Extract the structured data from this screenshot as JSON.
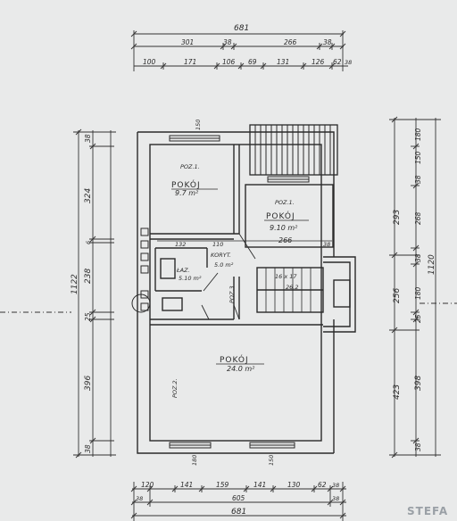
{
  "dims_top": {
    "overall": "681",
    "row1": [
      "301",
      "38",
      "266",
      "38"
    ],
    "row2": [
      "100",
      "171",
      "106",
      "69",
      "131",
      "126",
      "62",
      "38"
    ]
  },
  "dims_bottom": {
    "row1": [
      "120",
      "141",
      "159",
      "141",
      "130",
      "62",
      "38"
    ],
    "mid": "605",
    "overall": "681",
    "left_small": "38",
    "right_small": "38"
  },
  "dims_left": {
    "overall": "1122",
    "segments": [
      "38",
      "324",
      "6",
      "238",
      "25",
      "396",
      "38"
    ]
  },
  "dims_right": {
    "overall": "1120",
    "outer": [
      "293",
      "256",
      "423"
    ],
    "inner": [
      "150",
      "38",
      "268",
      "38",
      "180",
      "25",
      "398",
      "38"
    ],
    "top_small": "180"
  },
  "rooms": {
    "r1": {
      "poz": "POZ.1.",
      "name": "POKÓJ",
      "area": "9.7 m²"
    },
    "r2": {
      "poz": "POZ.1.",
      "name": "POKÓJ",
      "area": "9.10 m²",
      "width": "266"
    },
    "r3": {
      "poz": "POZ.2.",
      "name": "POKÓJ",
      "area": "24.0 m²"
    },
    "korytarz": {
      "label": "KORYT.",
      "area": "5.0 m²",
      "dim1": "132",
      "dim2": "110"
    },
    "lazienka": {
      "label": "ŁAZ.",
      "area": "5.10 m²"
    },
    "stairs": {
      "label": "16 x 17",
      "sub": "26.2"
    }
  },
  "misc": {
    "window_dim_top": "150",
    "window_dim_bottom_1": "180",
    "window_dim_bottom_2": "150",
    "corridor_38": "38",
    "poz_label": "POZ.3"
  },
  "watermark": "STEFA"
}
